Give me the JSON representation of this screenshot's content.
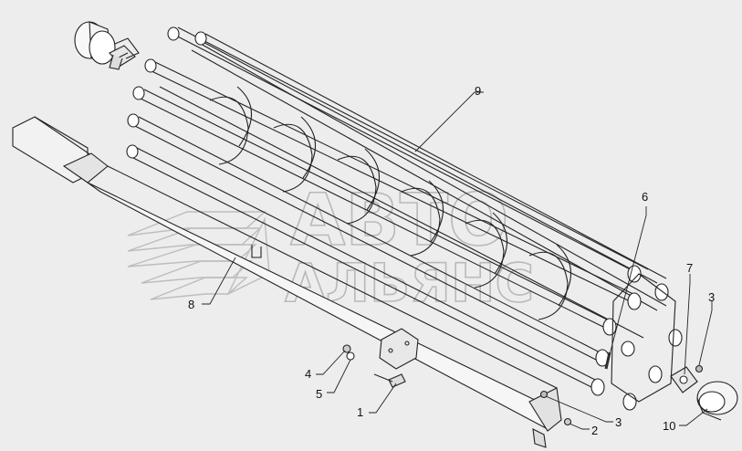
{
  "watermark": {
    "line1": "АВТО",
    "line2": "АЛЬЯНС"
  },
  "callouts": [
    {
      "id": "1",
      "label": "1"
    },
    {
      "id": "2",
      "label": "2"
    },
    {
      "id": "3a",
      "label": "3"
    },
    {
      "id": "3b",
      "label": "3"
    },
    {
      "id": "4",
      "label": "4"
    },
    {
      "id": "5",
      "label": "5"
    },
    {
      "id": "6",
      "label": "6"
    },
    {
      "id": "7",
      "label": "7"
    },
    {
      "id": "8",
      "label": "8"
    },
    {
      "id": "9",
      "label": "9"
    },
    {
      "id": "10",
      "label": "10"
    }
  ]
}
